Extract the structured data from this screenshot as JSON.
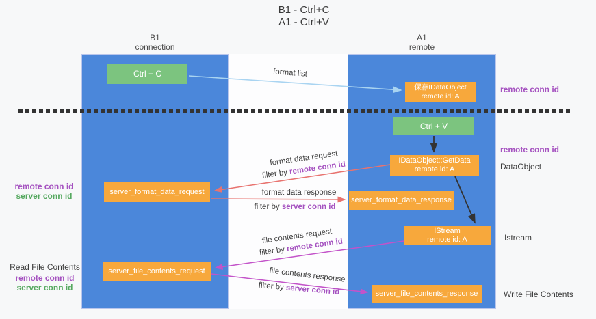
{
  "title": {
    "line1": "B1 - Ctrl+C",
    "line2": "A1 - Ctrl+V"
  },
  "lanes": [
    {
      "name": "B1",
      "subtitle": "connection"
    },
    {
      "name": "A1",
      "subtitle": "remote"
    }
  ],
  "nodes": {
    "ctrl_c": "Ctrl + C",
    "save_obj_l1": "保存IDataObject",
    "save_obj_l2": "remote id: A",
    "ctrl_v": "Ctrl + V",
    "getdata_l1": "IDataObject::GetData",
    "getdata_l2": "remote id: A",
    "format_request": "server_format_data_request",
    "format_response": "server_format_data_response",
    "istream_l1": "IStream",
    "istream_l2": "remote id: A",
    "file_request": "server_file_contents_request",
    "file_response": "server_file_contents_response"
  },
  "edge_labels": {
    "format_list": "format list",
    "format_request": "format data request",
    "format_response": "format data response",
    "file_request": "file contents request",
    "file_response": "file contents response",
    "filter_prefix": "filter by ",
    "remote_conn_id": "remote conn id",
    "server_conn_id": "server conn id"
  },
  "right_labels": {
    "remote_conn_id_top": "remote conn id",
    "remote_conn_id_mid": "remote conn id",
    "dataobject": "DataObject",
    "istream": "Istream",
    "write_file_contents": "Write File Contents"
  },
  "left_labels": {
    "legend1_remote": "remote conn id",
    "legend1_server": "server conn id",
    "read_file_contents": "Read File Contents",
    "legend2_remote": "remote conn id",
    "legend2_server": "server conn id"
  },
  "colors": {
    "lane_blue": "#4b87da",
    "node_green": "#7cc47f",
    "node_orange": "#f7a83c",
    "arrow_lightblue": "#a9d4f1",
    "arrow_salmon": "#e8736f",
    "arrow_magenta": "#c353c9",
    "arrow_black": "#333333",
    "label_purple": "#a552c0",
    "label_green": "#55a85f"
  }
}
